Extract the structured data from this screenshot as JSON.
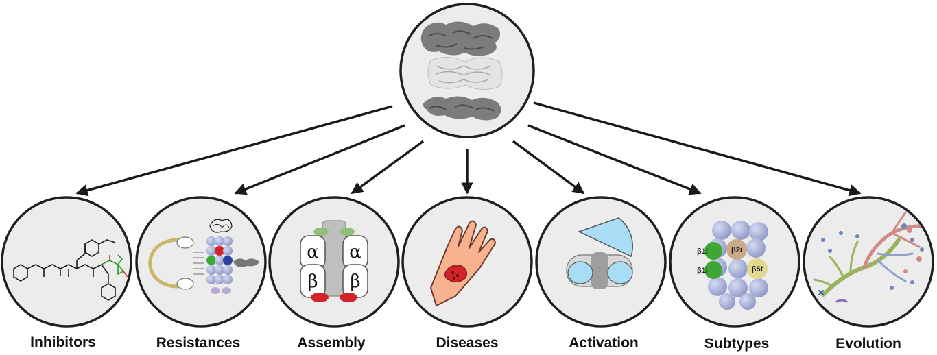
{
  "diagram": {
    "center": {
      "icon": "proteasome-structure-icon"
    },
    "topics": [
      {
        "label": "Inhibitors",
        "icon": "chemical-structure-icon"
      },
      {
        "label": "Resistances",
        "icon": "resistance-cartoon-icon"
      },
      {
        "label": "Assembly",
        "icon": "assembly-schematic-icon"
      },
      {
        "label": "Diseases",
        "icon": "hand-lesion-icon"
      },
      {
        "label": "Activation",
        "icon": "activator-cap-icon"
      },
      {
        "label": "Subtypes",
        "icon": "subunit-spheres-icon"
      },
      {
        "label": "Evolution",
        "icon": "phylogenetic-tree-icon"
      }
    ],
    "assembly": {
      "alpha": "α",
      "beta": "β"
    },
    "subtypes": {
      "b1i": "β1i",
      "b2i": "β2i",
      "b5t": "β5t"
    }
  },
  "colors": {
    "circle_fill": "#ececec",
    "circle_stroke": "#1f1f1f",
    "arrow": "#1a1a1a",
    "sphere": "#a9b1d6",
    "activator": "#a9dcf5",
    "green": "#3fa535",
    "red": "#d2232a"
  }
}
